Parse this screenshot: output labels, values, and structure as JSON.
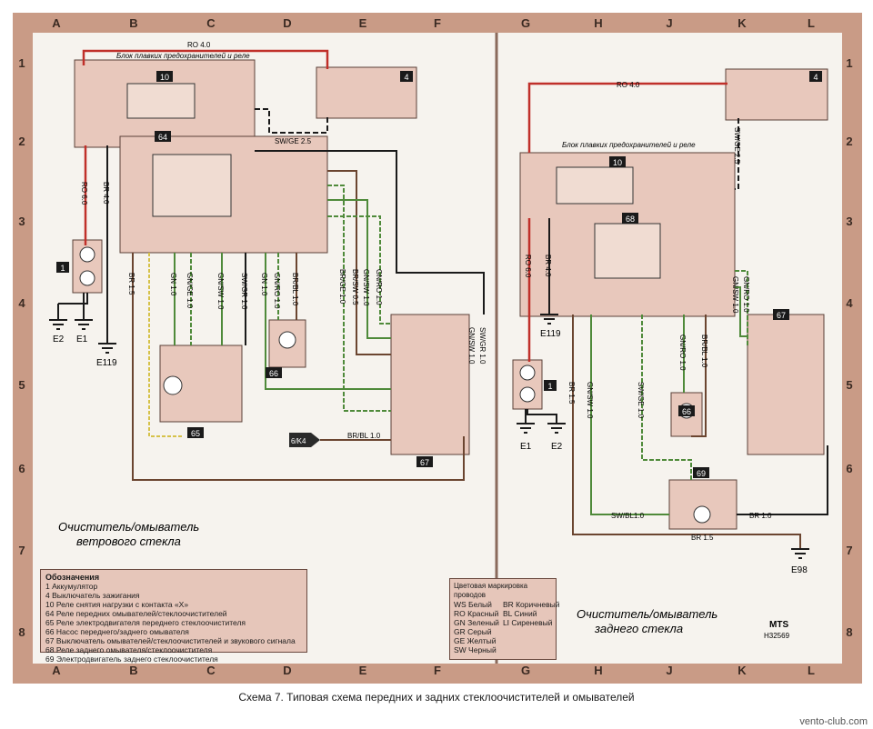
{
  "grid": {
    "cols": [
      "A",
      "B",
      "C",
      "D",
      "E",
      "F",
      "G",
      "H",
      "J",
      "K",
      "L"
    ],
    "rows": [
      "1",
      "2",
      "3",
      "4",
      "5",
      "6",
      "7",
      "8"
    ]
  },
  "front": {
    "fuse_block_title": "Блок плавких предохранителей и реле",
    "title_line1": "Очиститель/омыватель",
    "title_line2": "ветрового стекла"
  },
  "rear": {
    "fuse_block_title": "Блок плавких предохранителей и реле",
    "title_line1": "Очиститель/омыватель",
    "title_line2": "заднего стекла"
  },
  "wire_labels": {
    "ro40": "RO 4.0",
    "ro60": "RO 6.0",
    "br40": "BR 4.0",
    "br15": "BR 1.5",
    "swge25": "SW/GE 2.5",
    "gn10": "GN 1.0",
    "gnge10": "GN/GE 1.0",
    "gnsw10": "GN/SW 1.0",
    "gnro10": "GN/RO 1.0",
    "brbl10": "BR/BL 1.0",
    "brge10": "BR/GE 1.0",
    "brsw05": "BR/SW 0.5",
    "swgr10": "SW/GR 1.0",
    "swbl10": "SW/BL1.0",
    "br10": "BR 1.0",
    "swge10": "SW/GE 1.0",
    "k4": "6/K4"
  },
  "components": {
    "c1": "1",
    "c4": "4",
    "c10": "10",
    "c64": "64",
    "c65": "65",
    "c66": "66",
    "c67": "67",
    "c68": "68",
    "c69": "69"
  },
  "grounds": {
    "e1": "E1",
    "e2": "E2",
    "e119": "E119",
    "e98": "E98"
  },
  "legend": {
    "title": "Обозначения",
    "items": [
      "1    Аккумулятор",
      "4    Выключатель зажигания",
      "10  Реле снятия нагрузки с контакта «X»",
      "64  Реле передних омывателей/стеклоочистителей",
      "65  Реле электродвигателя переднего стеклоочистителя",
      "66  Насос переднего/заднего омывателя",
      "67  Выключатель омывателей/стеклоочистителей и звукового сигнала",
      "68  Реле заднего омывателя/стеклоочистителя",
      "69  Электродвигатель заднего стеклоочистителя"
    ]
  },
  "color_code": {
    "title": "Цветовая маркировка проводов",
    "left": [
      "WS Белый",
      "RO  Красный",
      "GN  Зеленый",
      "GR  Серый",
      "GE  Желтый",
      "SW  Черный"
    ],
    "right": [
      "BR Коричневый",
      "BL Синий",
      "LI  Сиреневый"
    ]
  },
  "mts": "MTS",
  "code": "H32569",
  "caption": "Схема 7. Типовая схема передних и задних стеклоочистителей и омывателей",
  "watermark": "vento-club.com",
  "colors": {
    "frame": "#c99b86",
    "box": "#e8c8bc",
    "red_wire": "#c0302a",
    "green_wire": "#4f8a3a",
    "black_wire": "#1a1a1a",
    "brown_wire": "#6b4530",
    "yellow_wire": "#d6c24a"
  }
}
